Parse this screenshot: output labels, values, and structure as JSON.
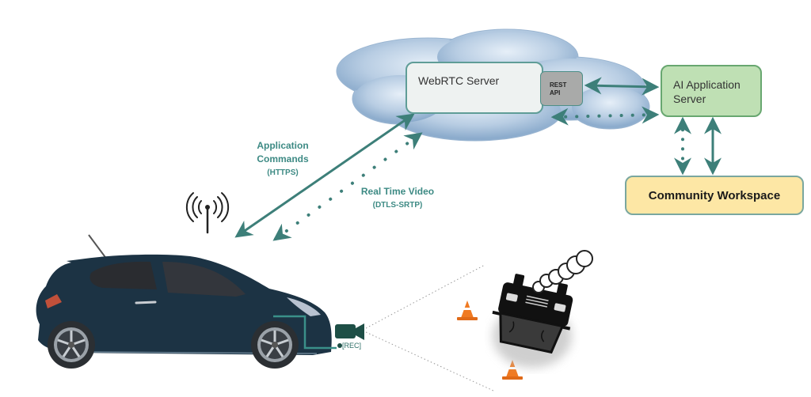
{
  "diagram": {
    "nodes": {
      "webrtc_server": {
        "label": "WebRTC Server",
        "icon": "network-hub-icon"
      },
      "rest_api": {
        "label_line1": "REST",
        "label_line2": "API"
      },
      "ai_app_server": {
        "label_line1": "AI Application",
        "label_line2": "Server"
      },
      "community_workspace": {
        "label": "Community Workspace"
      },
      "vehicle": {
        "label": "car-icon"
      },
      "camera": {
        "label": "[REC]"
      },
      "accident_scene": {
        "label": "overturned-car-icon"
      }
    },
    "edges": {
      "app_commands": {
        "title_line1": "Application",
        "title_line2": "Commands",
        "protocol": "(HTTPS)",
        "style": "solid",
        "direction": "bidirectional"
      },
      "real_time_video": {
        "title": "Real Time Video",
        "protocol": "(DTLS-SRTP)",
        "style": "dotted",
        "direction": "car-to-server"
      },
      "rest_ai_solid": {
        "style": "solid",
        "direction": "bidirectional"
      },
      "ai_rest_dotted": {
        "style": "dotted",
        "direction": "ai-to-server"
      },
      "ai_cw_dotted": {
        "style": "dotted",
        "direction": "bidirectional"
      },
      "ai_cw_solid": {
        "style": "solid",
        "direction": "bidirectional"
      }
    },
    "colors": {
      "arrow_teal": "#3d7f79",
      "label_teal": "#3d8a84",
      "webrtc_fill": "#eef2f1",
      "rest_fill": "#a9aaa9",
      "ai_fill": "#bfe0b4",
      "workspace_fill": "#fde7a5",
      "car_body": "#1c3344",
      "cloud": "#a9c3dc",
      "cone": "#f07a22"
    }
  }
}
